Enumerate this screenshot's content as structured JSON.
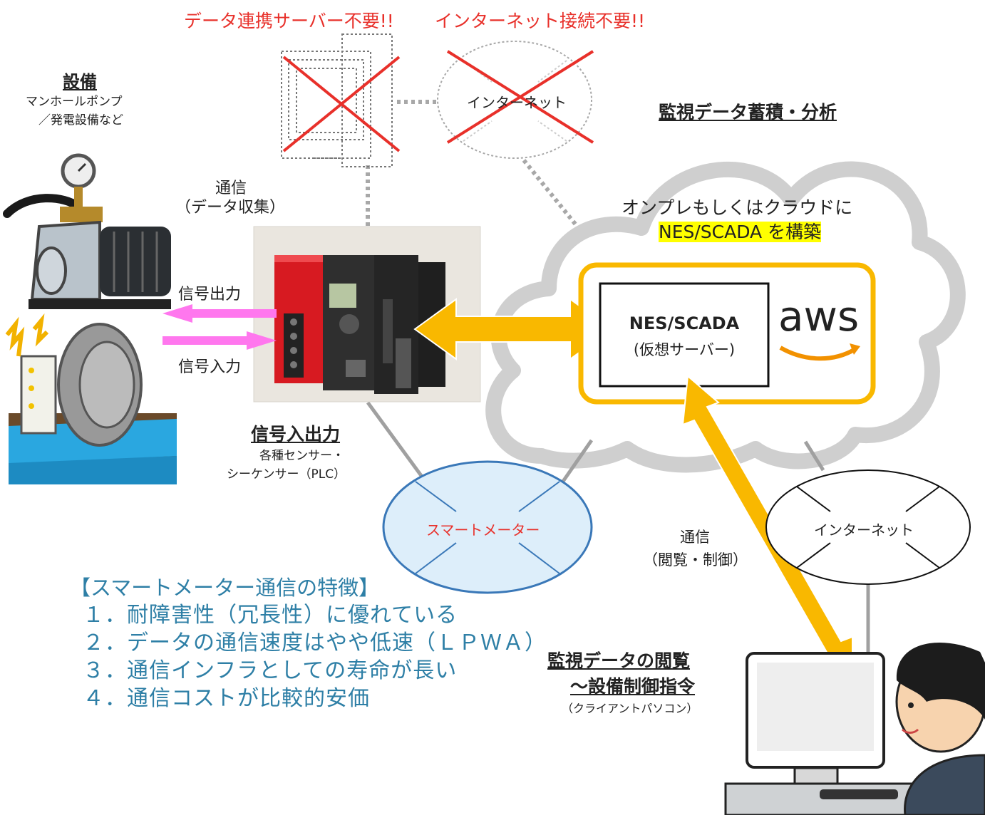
{
  "top": {
    "no_server": "データ連携サーバー不要!!",
    "no_internet": "インターネット接続不要!!"
  },
  "equipment": {
    "title": "設備",
    "sub1": "マンホールポンプ",
    "sub2": "／発電設備など"
  },
  "comm_collect": {
    "line1": "通信",
    "line2": "（データ収集）"
  },
  "signal_out": "信号出力",
  "signal_in": "信号入力",
  "plc": {
    "title": "信号入出力",
    "sub1": "各種センサー・",
    "sub2": "シーケンサー（PLC）"
  },
  "top_internet": "インターネット",
  "cloud": {
    "heading": "監視データ蓄積・分析",
    "line1": "オンプレもしくはクラウドに",
    "line2": "NES/SCADA を構築",
    "server_title": "NES/SCADA",
    "server_sub": "(仮想サーバー)",
    "aws": "aws"
  },
  "smart_meter": "スマートメーター",
  "internet": "インターネット",
  "comm_view": {
    "line1": "通信",
    "line2": "（閲覧・制御）"
  },
  "features": {
    "title": "【スマートメーター通信の特徴】",
    "items": [
      "１．耐障害性（冗長性）に優れている",
      "２．データの通信速度はやや低速（ＬＰＷＡ）",
      "３．通信インフラとしての寿命が長い",
      "４．通信コストが比較的安価"
    ]
  },
  "client": {
    "title1": "監視データの閲覧",
    "title2": "～設備制御指令",
    "sub": "（クライアントパソコン）"
  },
  "colors": {
    "accent_red": "#e8302a",
    "feature_blue": "#2e7fa6",
    "arrow_gold": "#f9b800",
    "signal_pink": "#ff77ee",
    "cloud_gray": "#c8c8c8",
    "meter_fill": "#ddeefa"
  }
}
